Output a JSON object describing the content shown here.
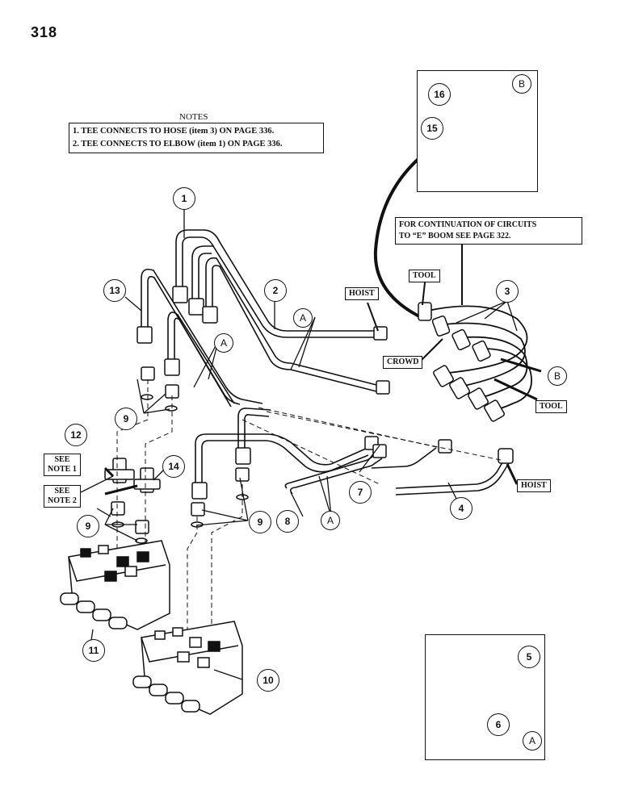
{
  "page_number": "318",
  "notes": {
    "title": "NOTES",
    "lines": [
      "1.  TEE CONNECTS TO HOSE (item 3) ON PAGE 336.",
      "2.  TEE CONNECTS TO ELBOW (item 1) ON PAGE 336."
    ]
  },
  "continuation": {
    "lines": [
      "FOR CONTINUATION OF CIRCUITS",
      "TO “E” BOOM SEE PAGE 322."
    ]
  },
  "circuit_tags": {
    "hoist_top": "HOIST",
    "tool_top": "TOOL",
    "crowd": "CROWD",
    "tool_right": "TOOL",
    "hoist_bottom": "HOIST"
  },
  "note_refs": {
    "see_note_1": [
      "SEE",
      "NOTE 1"
    ],
    "see_note_2": [
      "SEE",
      "NOTE 2"
    ]
  },
  "callouts": {
    "c1": "1",
    "c2": "2",
    "c3": "3",
    "c4": "4",
    "c5": "5",
    "c6": "6",
    "c7": "7",
    "c8": "8",
    "c9a": "9",
    "c9b": "9",
    "c9c": "9",
    "c10": "10",
    "c11": "11",
    "c12": "12",
    "c13": "13",
    "c14": "14",
    "c15": "15",
    "c16": "16"
  },
  "detail_letters": {
    "inset_b": "B",
    "inset_a": "A",
    "ref_a1": "A",
    "ref_a2": "A",
    "ref_a3": "A",
    "ref_b": "B"
  },
  "colors": {
    "ink": "#111111",
    "paper": "#ffffff",
    "valve_dark": "#111111"
  }
}
